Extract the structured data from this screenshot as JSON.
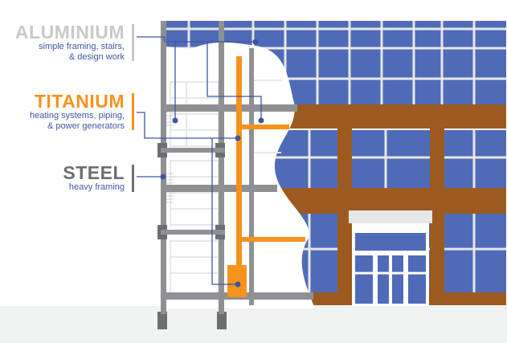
{
  "legend": [
    {
      "id": "aluminium",
      "title": "ALUMINIUM",
      "lines": [
        "simple framing, stairs,",
        "& design work"
      ]
    },
    {
      "id": "titanium",
      "title": "TITANIUM",
      "lines": [
        "heating systems, piping,",
        "& power generators"
      ]
    },
    {
      "id": "steel",
      "title": "STEEL",
      "lines": [
        "heavy framing"
      ]
    }
  ],
  "colors": {
    "aluminium": "#c6c8ca",
    "titanium": "#f6921e",
    "steel": "#6d6e71",
    "glass": "#4f6bb8",
    "brick": "#9c5a20",
    "leader": "#3f56a3",
    "ground": "#f1f2f2",
    "desc_text": "#3f56a3",
    "mullion": "#e6e7e8"
  }
}
